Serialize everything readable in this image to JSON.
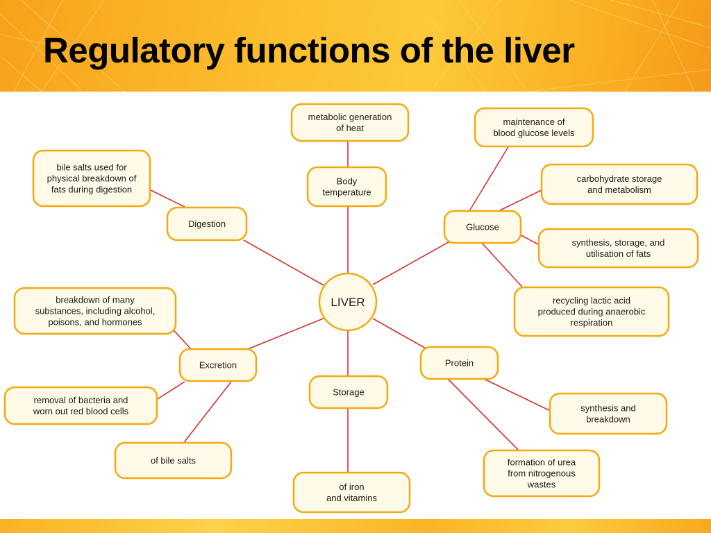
{
  "title": "Regulatory functions of the liver",
  "center": "LIVER",
  "colors": {
    "header": "#f9b427",
    "node_border": "#f4a90f",
    "node_fill": "#fffbe8",
    "connector": "#d8302a"
  },
  "nodes": [
    {
      "id": "body-temperature",
      "lines": [
        "Body",
        "temperature"
      ]
    },
    {
      "id": "metabolic-heat",
      "lines": [
        "metabolic generation",
        "of heat"
      ]
    },
    {
      "id": "digestion",
      "lines": [
        "Digestion"
      ]
    },
    {
      "id": "bile-salts-digestion",
      "lines": [
        "bile salts used for",
        "physical breakdown of",
        "fats during digestion"
      ]
    },
    {
      "id": "glucose",
      "lines": [
        "Glucose"
      ]
    },
    {
      "id": "blood-glucose",
      "lines": [
        "maintenance of",
        "blood glucose levels"
      ]
    },
    {
      "id": "carbohydrate-storage",
      "lines": [
        "carbohydrate storage",
        "and metabolism"
      ]
    },
    {
      "id": "fats",
      "lines": [
        "synthesis, storage, and",
        "utilisation of fats"
      ]
    },
    {
      "id": "lactic-acid",
      "lines": [
        "recycling lactic acid",
        "produced during anaerobic",
        "respiration"
      ]
    },
    {
      "id": "excretion",
      "lines": [
        "Excretion"
      ]
    },
    {
      "id": "breakdown-substances",
      "lines": [
        "breakdown of many",
        "substances, including alcohol,",
        "poisons, and hormones"
      ]
    },
    {
      "id": "removal-bacteria",
      "lines": [
        "removal of bacteria and",
        "worn out red blood cells"
      ]
    },
    {
      "id": "of-bile-salts",
      "lines": [
        "of bile salts"
      ]
    },
    {
      "id": "storage",
      "lines": [
        "Storage"
      ]
    },
    {
      "id": "iron-vitamins",
      "lines": [
        "of iron",
        "and vitamins"
      ]
    },
    {
      "id": "protein",
      "lines": [
        "Protein"
      ]
    },
    {
      "id": "protein-synthesis",
      "lines": [
        "synthesis and",
        "breakdown"
      ]
    },
    {
      "id": "urea",
      "lines": [
        "formation of urea",
        "from nitrogenous",
        "wastes"
      ]
    }
  ]
}
